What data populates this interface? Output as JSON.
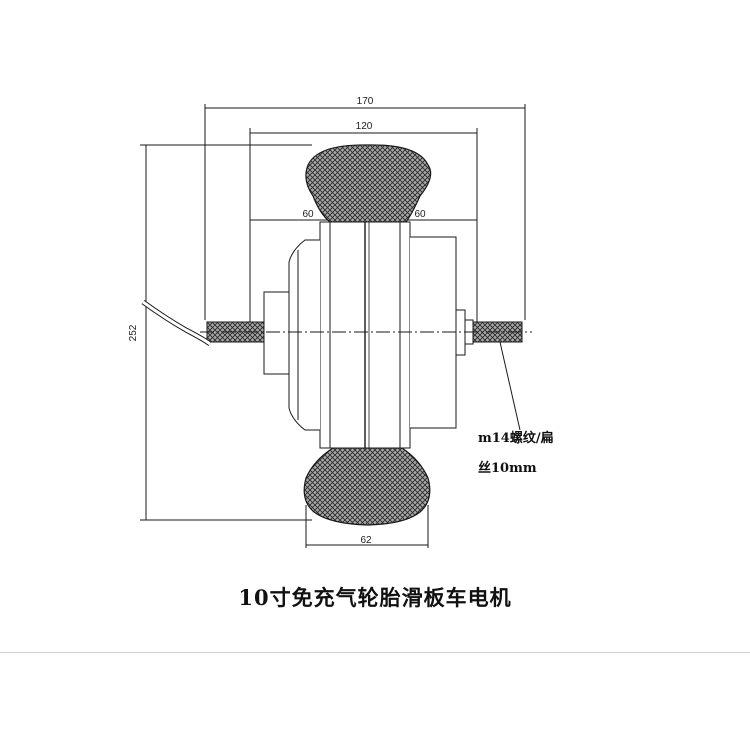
{
  "drawing": {
    "dimensions": {
      "overall_width": "170",
      "rim_width": "120",
      "left_half": "60",
      "right_half": "60",
      "tire_width": "62",
      "height": "252"
    },
    "note_line1": "m14螺纹/扁",
    "note_line2": "丝10mm"
  },
  "caption": "10寸免充气轮胎滑板车电机",
  "colors": {
    "line": "#1a1a1a",
    "tire_fill": "#8c8c8c",
    "divider": "#cfcfcf"
  }
}
